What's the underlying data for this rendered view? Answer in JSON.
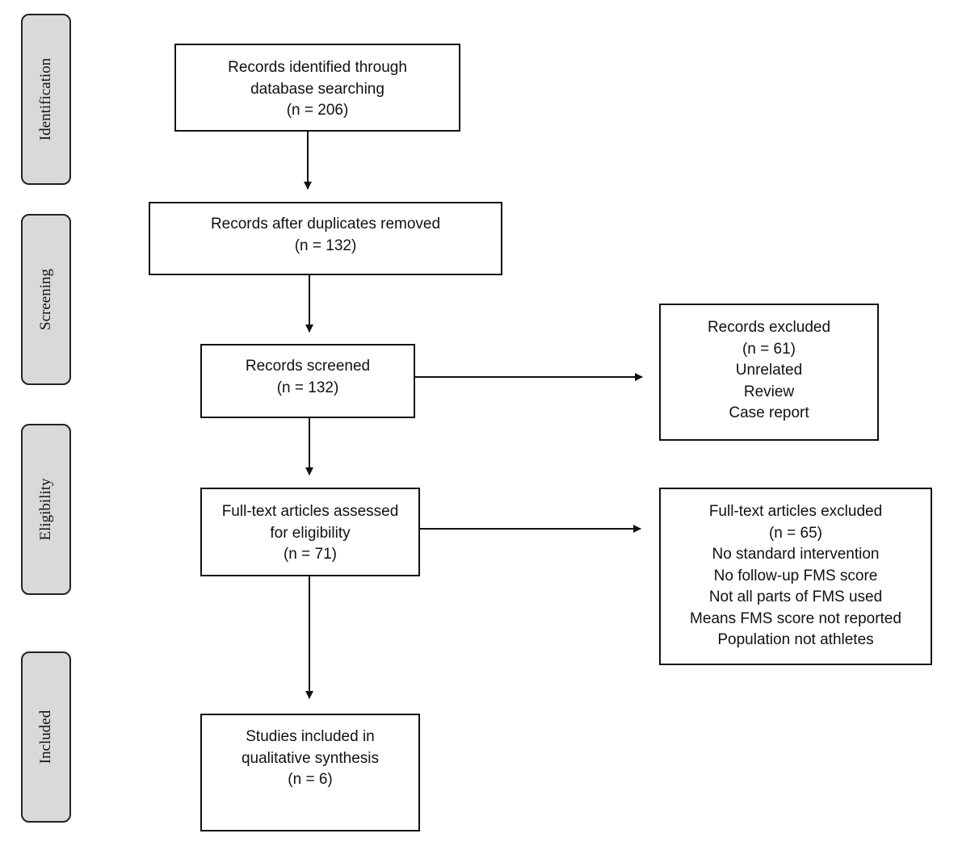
{
  "stages": {
    "identification": "Identification",
    "screening": "Screening",
    "eligibility": "Eligibility",
    "included": "Included"
  },
  "boxes": {
    "identified": {
      "lines": [
        "Records identified through",
        "database searching",
        "(n = 206)"
      ]
    },
    "duplicates_removed": {
      "lines": [
        "Records after duplicates removed",
        "(n = 132)"
      ]
    },
    "screened": {
      "lines": [
        "Records screened",
        "(n = 132)"
      ]
    },
    "excluded": {
      "lines": [
        "Records excluded",
        "(n = 61)",
        "Unrelated",
        "Review",
        "Case report"
      ]
    },
    "full_text_assessed": {
      "lines": [
        "Full-text articles assessed",
        "for eligibility",
        "(n = 71)"
      ]
    },
    "full_text_excluded": {
      "lines": [
        "Full-text articles excluded",
        "(n = 65)",
        "No standard intervention",
        "No follow-up FMS score",
        "Not all parts of FMS used",
        "Means FMS score not reported",
        "Population not athletes"
      ]
    },
    "included": {
      "lines": [
        "Studies included in",
        "qualitative synthesis",
        "(n = 6)"
      ]
    }
  }
}
